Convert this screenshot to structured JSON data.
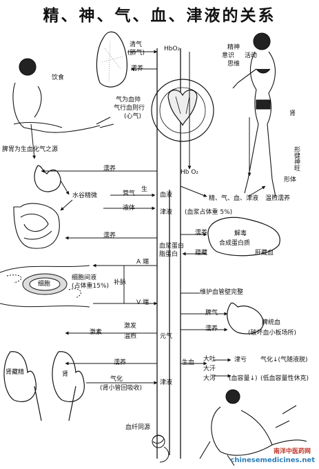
{
  "title": "精、神、气、血、津液的关系",
  "labels": {
    "qing_qi": "清气",
    "fei_qi": "(肺气)",
    "hbo2_top": "HbO₂",
    "ru_yang_top": "濡养",
    "yin_shi": "饮食",
    "qi_wei_xue_shuai": "气为血帅",
    "qi_xing_xue_ze_xing": "气行血则行",
    "xin_qi": "(心气)",
    "jing_shen": "精神",
    "yi_shi": "意识",
    "huo_dong": "活动",
    "si_wei": "思维",
    "shen": "肾",
    "xing_jian_shen_wang": "形健神旺",
    "xing_ti": "形体",
    "pi_wei": "脾胃为生血化气之源",
    "ru_yang_mid": "濡养",
    "hbo2_mid": "Hb O₂",
    "sheng": "生",
    "ying_qi": "营气",
    "xue_ye": "血液",
    "shui_gu_jing_wei": "水谷精微",
    "jing_qi_xue_jin_ye": "精、气、血、津液",
    "wen_xu_ru_yang": "温煦濡养",
    "ye_ti": "液体",
    "jin_ye": "津液",
    "xue_jiang": "(血浆占体重 5%)",
    "ru_yang_3": "濡养",
    "ru_yang_4": "濡养",
    "jie_du": "解毒",
    "he_cheng": "合成蛋白质",
    "xue_jiang_dan_bai": "血浆蛋白",
    "fu_dan_bai": "脂蛋白",
    "zang_xue": "肝藏血",
    "chu_cang": "蕴藏",
    "a_duan": "A 端",
    "xi_bao_jian_ye": "细胞间液",
    "zhan_ti_zhong": "(占体重15%)",
    "bu_mai": "补脉",
    "xi_bao": "细胞",
    "v_duan": "V 端",
    "wei_hu": "维护血管壁完整",
    "pi_qi": "脾气",
    "ru_yang_5": "濡养",
    "pi_tong_xue": "脾统血",
    "po_huai": "(破坏血小板场所)",
    "ji_su": "激素",
    "jian_fa": "激发",
    "wen_xu": "温煦",
    "yuan_qi": "元气",
    "ru_yang_6": "濡养",
    "sheng_xue": "生血",
    "shen_cang_jing": "肾藏精",
    "qi_hua": "气化",
    "shen_xiao_guan": "(肾小管回吸收)",
    "jin_ye_low": "津液",
    "da_tu": "大吐",
    "da_han": "大汗",
    "da_xie": "大泻",
    "jin_kui": "津亏",
    "xue_rong_liang_low": "(血容量↓)",
    "qi_hua_xia": "气化↓(气随液脱)",
    "xue_rong_liang_bu_zu": "(低血容量性休克)",
    "xue_xian_tong_lu": "血纤同源"
  },
  "watermark": {
    "site_cn": "南洋中医药网",
    "site_url": "chinesemedicines.net"
  },
  "colors": {
    "ink": "#111111",
    "watermark_red": "#c0392b",
    "watermark_blue": "#2c7fb8"
  }
}
